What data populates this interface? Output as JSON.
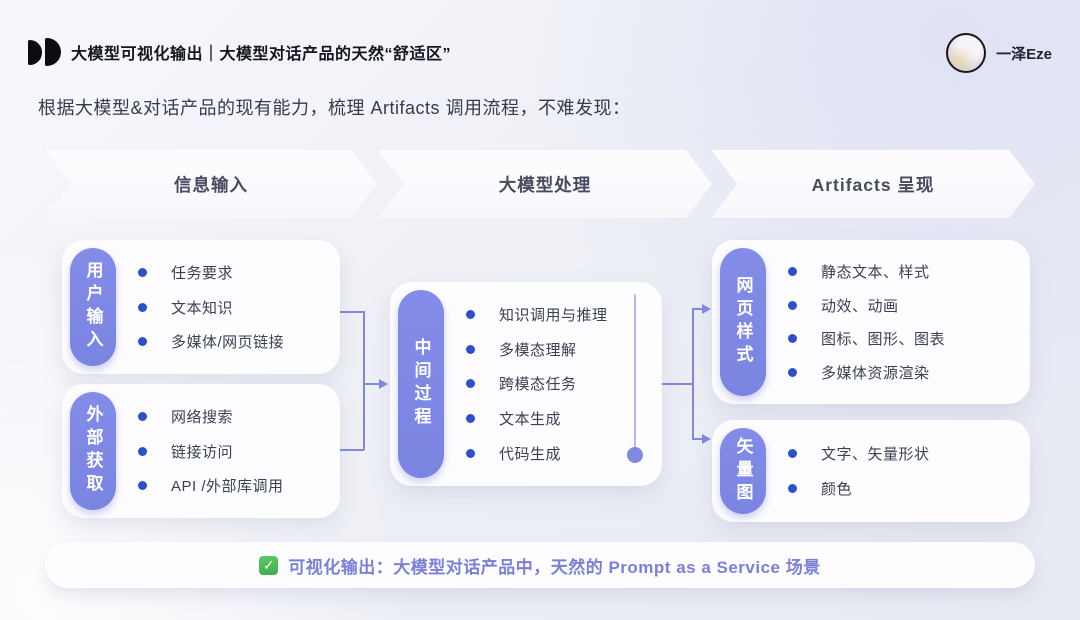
{
  "header": {
    "title": "大模型可视化输出｜大模型对话产品的天然“舒适区”",
    "author": "一泽Eze"
  },
  "intro": "根据大模型&对话产品的现有能力，梳理 Artifacts 调用流程，不难发现：",
  "stages": [
    "信息输入",
    "大模型处理",
    "Artifacts 呈现"
  ],
  "cards": {
    "user_input": {
      "pill": "用户输入",
      "items": [
        "任务要求",
        "文本知识",
        "多媒体/网页链接"
      ]
    },
    "external_fetch": {
      "pill": "外部获取",
      "items": [
        "网络搜索",
        "链接访问",
        "API /外部库调用"
      ]
    },
    "middle_process": {
      "pill": "中间过程",
      "items": [
        "知识调用与推理",
        "多模态理解",
        "跨模态任务",
        "文本生成",
        "代码生成"
      ]
    },
    "web_style": {
      "pill": "网页样式",
      "items": [
        "静态文本、样式",
        "动效、动画",
        "图标、图形、图表",
        "多媒体资源渲染"
      ]
    },
    "vector_graphic": {
      "pill": "矢量图",
      "items": [
        "文字、矢量形状",
        "颜色"
      ]
    }
  },
  "footer": {
    "check_glyph": "✓",
    "text": "可视化输出：大模型对话产品中，天然的 Prompt as a Service 场景"
  },
  "colors": {
    "pill_purple": "#7d87e4",
    "bullet_blue": "#2e4ecb",
    "accent_text_purple": "#7a7fd9",
    "check_green": "#43b64f",
    "connector": "#7e88de"
  }
}
